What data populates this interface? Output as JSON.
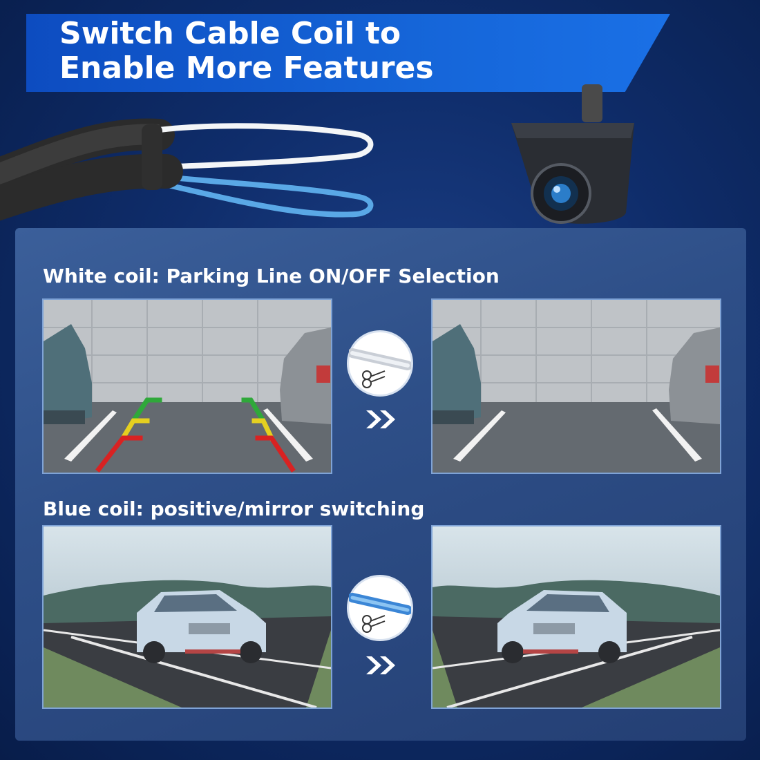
{
  "header": {
    "title_line1": "Switch Cable Coil to",
    "title_line2": "Enable More Features"
  },
  "sections": [
    {
      "label": "White coil: Parking Line ON/OFF Selection"
    },
    {
      "label": "Blue coil: positive/mirror switching"
    }
  ],
  "colors": {
    "banner": "#1565d8",
    "background": "#0f2d6b",
    "panel": "#2e4f88",
    "white_coil": "#ffffff",
    "blue_coil": "#5aa8e6"
  },
  "icons": {
    "cut_white_coil": "scissors-icon",
    "cut_blue_coil": "scissors-icon",
    "next": "double-chevron-right-icon"
  }
}
